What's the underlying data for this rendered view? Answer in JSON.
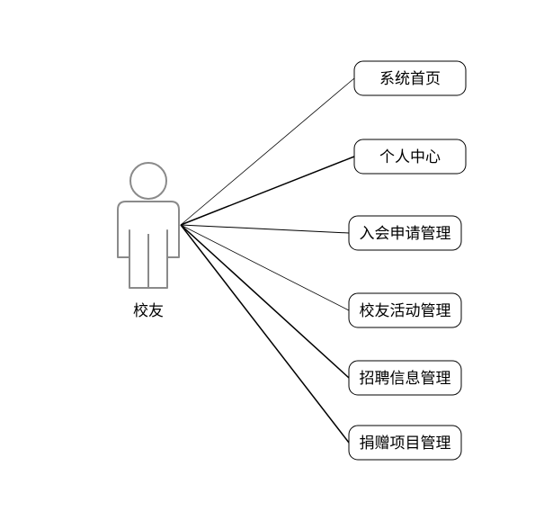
{
  "actor": {
    "label": "校友"
  },
  "use_cases": [
    {
      "label": "系统首页"
    },
    {
      "label": "个人中心"
    },
    {
      "label": "入会申请管理"
    },
    {
      "label": "校友活动管理"
    },
    {
      "label": "招聘信息管理"
    },
    {
      "label": "捐赠项目管理"
    }
  ]
}
